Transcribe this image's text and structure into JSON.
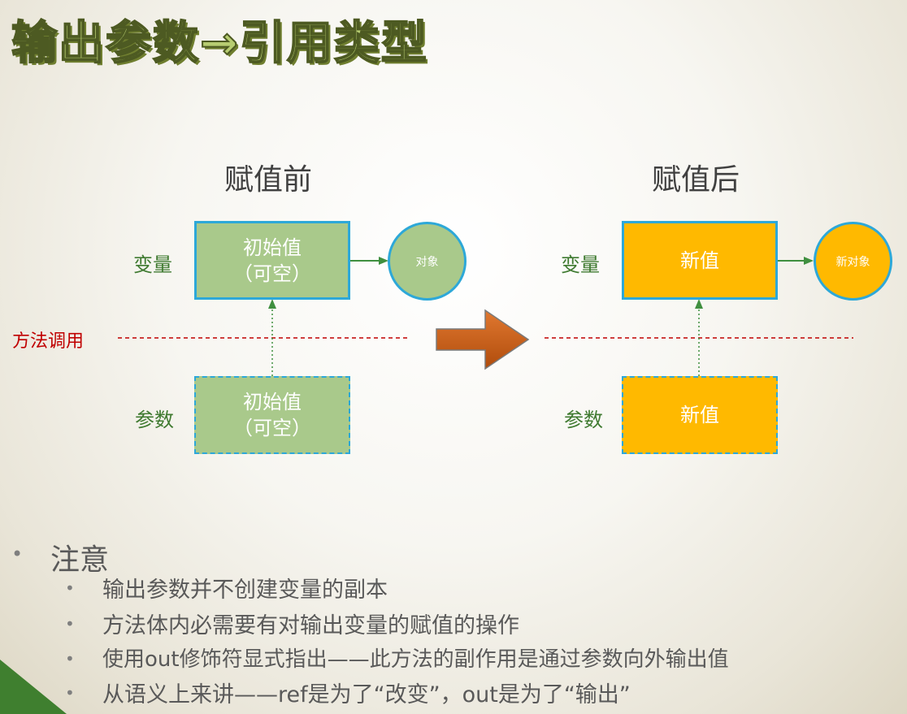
{
  "title": "输出参数→引用类型",
  "before": {
    "title": "赋值前",
    "variable_label": "变量",
    "param_label": "参数",
    "variable_box_line1": "初始值",
    "variable_box_line2": "（可空）",
    "param_box_line1": "初始值",
    "param_box_line2": "（可空）",
    "object_label": "对象"
  },
  "after": {
    "title": "赋值后",
    "variable_label": "变量",
    "param_label": "参数",
    "variable_box": "新值",
    "param_box": "新值",
    "object_label": "新对象"
  },
  "method_call_label": "方法调用",
  "notes": {
    "heading": "注意",
    "items": [
      "输出参数并不创建变量的副本",
      "方法体内必需要有对输出变量的赋值的操作",
      "使用out修饰符显式指出——此方法的副作用是通过参数向外输出值",
      "从语义上来讲——ref是为了“改变”，out是为了“输出”"
    ]
  },
  "colors": {
    "green_box": "#a9c98b",
    "orange_box": "#ffb900",
    "border_blue": "#2da8d8",
    "arrow_green": "#3f8f3f",
    "big_arrow": "#c55a11",
    "call_line_red": "#c00000"
  }
}
